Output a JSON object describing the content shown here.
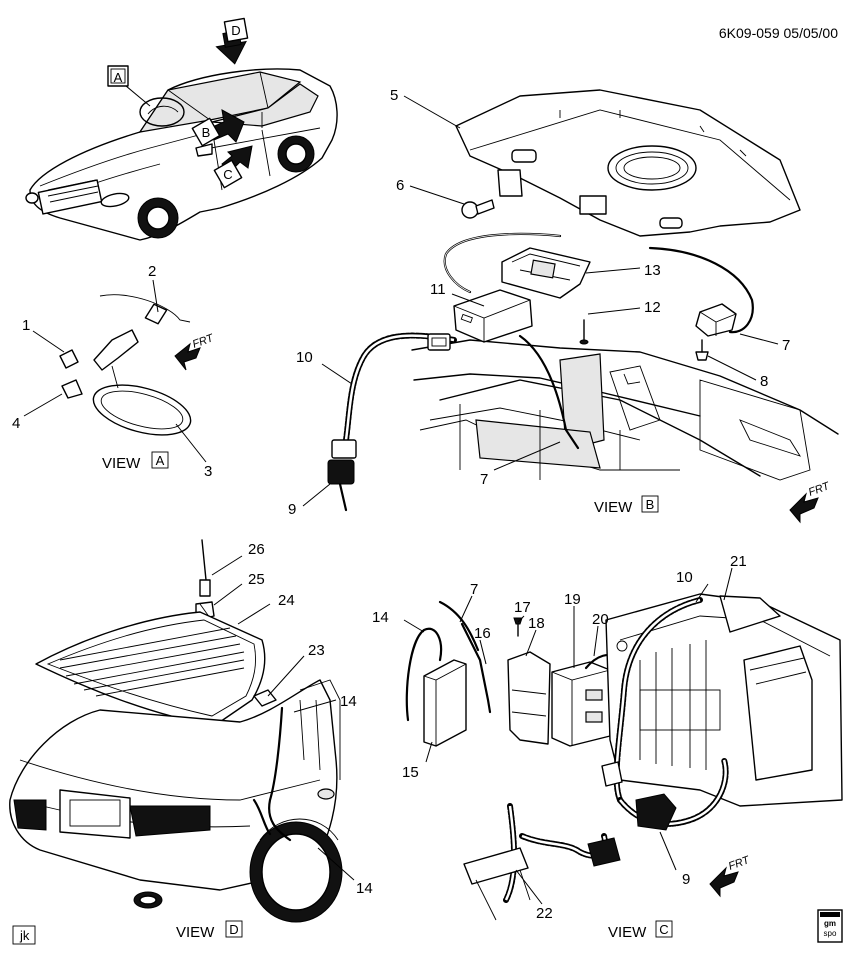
{
  "header": {
    "drawing_id": "6K09-059  05/05/00"
  },
  "views": {
    "a": {
      "prefix": "VIEW",
      "letter": "A"
    },
    "b": {
      "prefix": "VIEW",
      "letter": "B"
    },
    "c": {
      "prefix": "VIEW",
      "letter": "C"
    },
    "d": {
      "prefix": "VIEW",
      "letter": "D"
    }
  },
  "overview": {
    "letter_a": "A",
    "letter_b": "B",
    "letter_c": "C",
    "letter_d": "D"
  },
  "frt_label": "FRT",
  "footer": {
    "left_tag": "jk",
    "logo_top": "gm",
    "logo_bottom": "spo"
  },
  "callouts": {
    "c1": "1",
    "c2": "2",
    "c3": "3",
    "c4": "4",
    "c5": "5",
    "c6": "6",
    "c7a": "7",
    "c7b": "7",
    "c7c": "7",
    "c8": "8",
    "c9a": "9",
    "c9b": "9",
    "c10a": "10",
    "c10b": "10",
    "c11": "11",
    "c12": "12",
    "c13": "13",
    "c14a": "14",
    "c14b": "14",
    "c14c": "14",
    "c15": "15",
    "c16": "16",
    "c17": "17",
    "c18": "18",
    "c19": "19",
    "c20": "20",
    "c21": "21",
    "c22": "22",
    "c23": "23",
    "c24": "24",
    "c25": "25",
    "c26": "26"
  }
}
